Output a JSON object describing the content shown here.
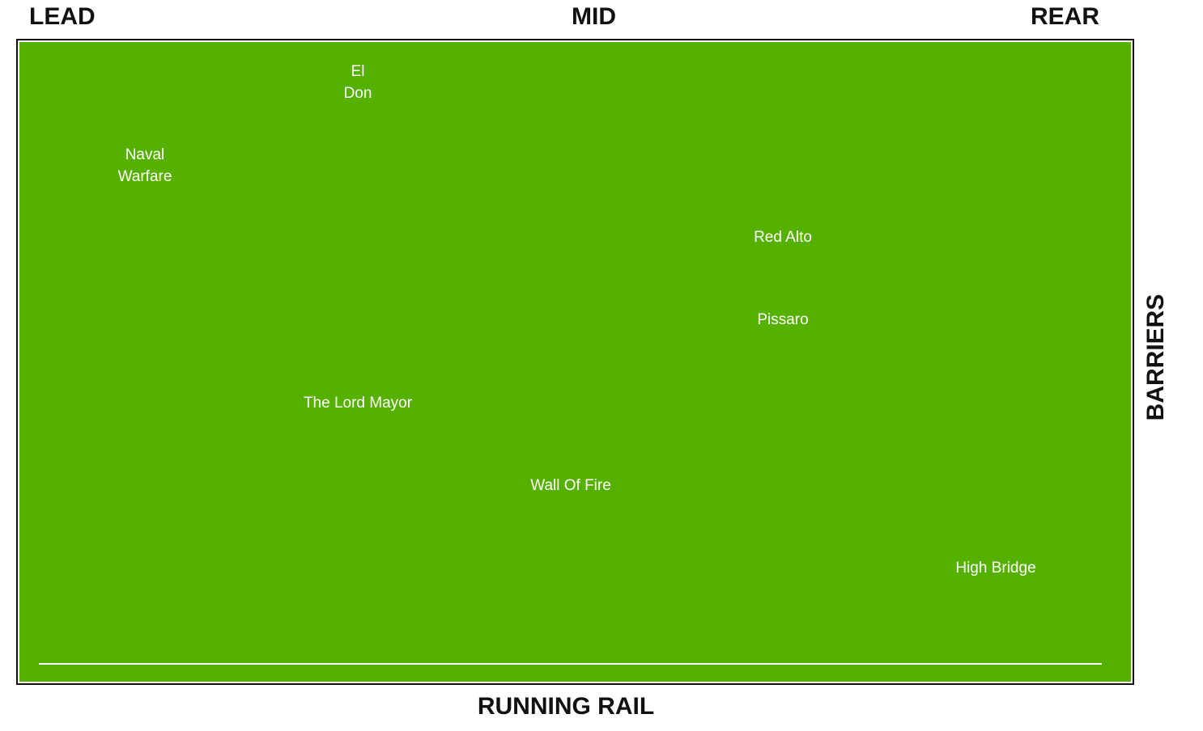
{
  "positions": {
    "lead": "LEAD",
    "mid": "MID",
    "rear": "REAR"
  },
  "side_labels": {
    "barriers": "BARRIERS",
    "running_rail": "RUNNING RAIL"
  },
  "colors": {
    "field": "#55b000",
    "text_on_field": "#ffffff",
    "labels": "#111111"
  },
  "runners": [
    {
      "name_lines": [
        "El",
        "Don"
      ]
    },
    {
      "name_lines": [
        "Naval",
        "Warfare"
      ]
    },
    {
      "name_lines": [
        "Red Alto"
      ]
    },
    {
      "name_lines": [
        "Pissaro"
      ]
    },
    {
      "name_lines": [
        "The Lord Mayor"
      ]
    },
    {
      "name_lines": [
        "Wall Of Fire"
      ]
    },
    {
      "name_lines": [
        "High Bridge"
      ]
    }
  ]
}
